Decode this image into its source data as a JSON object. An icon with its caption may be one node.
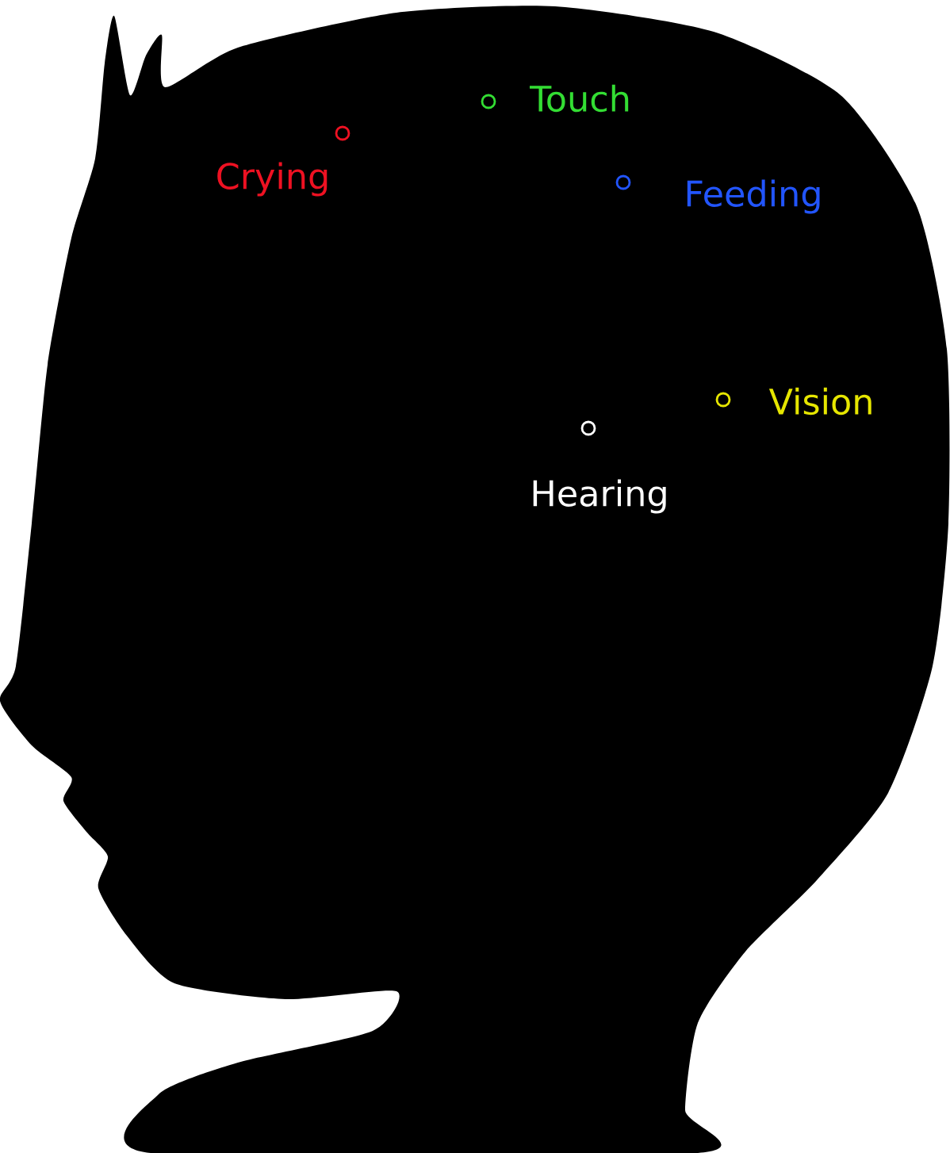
{
  "diagram": {
    "labels": [
      "Touch",
      "Crying",
      "Feeding",
      "Vision",
      "Hearing"
    ]
  }
}
